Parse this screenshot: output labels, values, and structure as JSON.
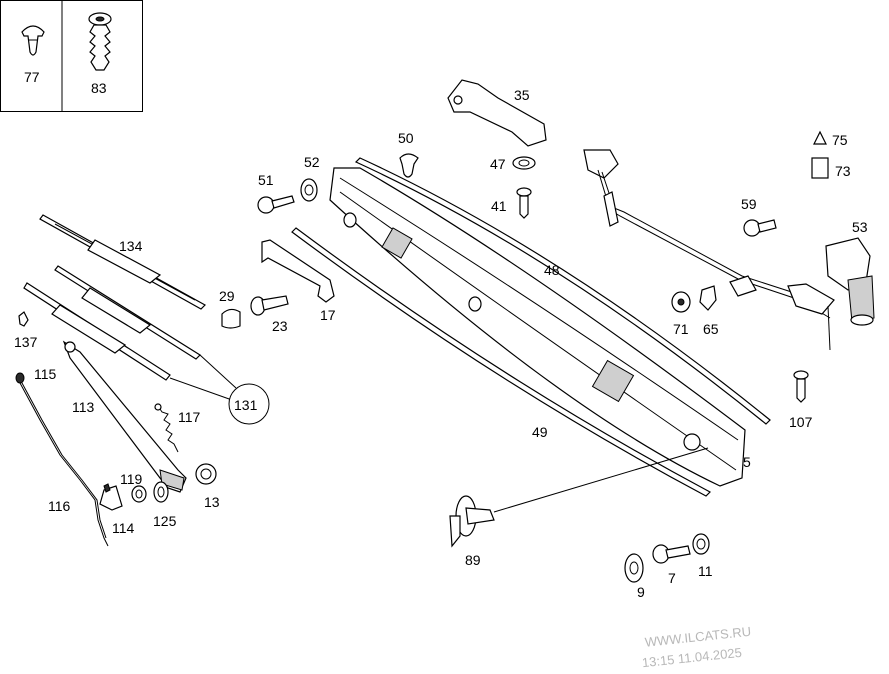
{
  "inset": {
    "boxes": [
      {
        "part": "77",
        "icon": "push-clip-icon"
      },
      {
        "part": "83",
        "icon": "tree-fastener-icon"
      }
    ]
  },
  "callouts": {
    "p5": "5",
    "p7": "7",
    "p9": "9",
    "p11": "11",
    "p13": "13",
    "p17": "17",
    "p23": "23",
    "p29": "29",
    "p35": "35",
    "p41": "41",
    "p47": "47",
    "p48": "48",
    "p49": "49",
    "p50": "50",
    "p51": "51",
    "p52": "52",
    "p53": "53",
    "p59": "59",
    "p65": "65",
    "p71": "71",
    "p73": "73",
    "p75": "75",
    "p89": "89",
    "p107": "107",
    "p113": "113",
    "p114": "114",
    "p115": "115",
    "p116": "116",
    "p117": "117",
    "p119": "119",
    "p125": "125",
    "p131": "131",
    "p134": "134",
    "p137": "137"
  },
  "watermark": {
    "site": "WWW.ILCATS.RU",
    "stamp": "13:15 11.04.2025"
  }
}
